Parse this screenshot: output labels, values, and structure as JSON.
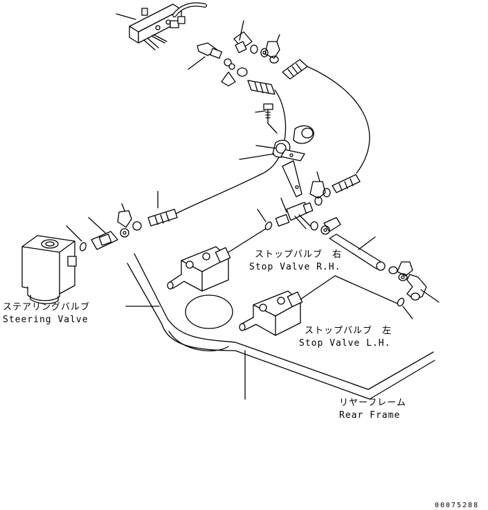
{
  "labels": {
    "steering_valve_jp": "ステアリングバルブ",
    "steering_valve_en": "Steering Valve",
    "stop_valve_rh_jp": "ストップバルブ　右",
    "stop_valve_rh_en": "Stop Valve R.H.",
    "stop_valve_lh_jp": "ストップバルブ　左",
    "stop_valve_lh_en": "Stop Valve L.H.",
    "rear_frame_jp": "リヤーフレーム",
    "rear_frame_en": "Rear Frame"
  },
  "drawing_code": "00075288",
  "colors": {
    "ink": "#000000",
    "paper": "#ffffff"
  }
}
